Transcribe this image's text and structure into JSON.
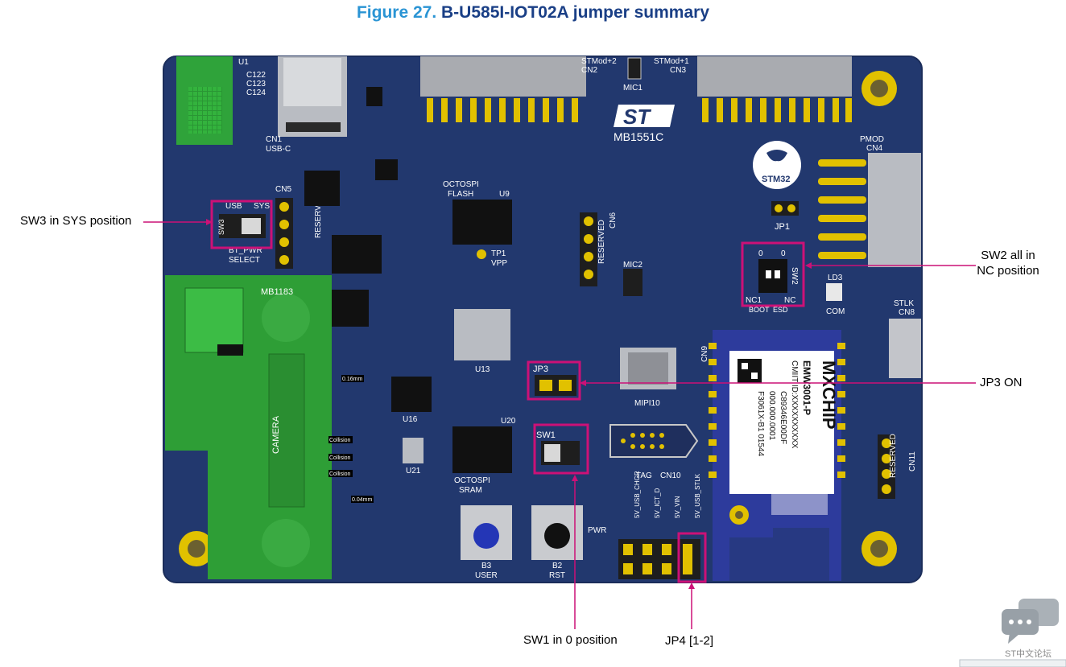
{
  "figure": {
    "number": "Figure 27.",
    "title": "B-U585I-IOT02A jumper summary"
  },
  "callouts": {
    "sw3": "SW3 in SYS position",
    "sw2_line1": "SW2 all in",
    "sw2_line2": "NC position",
    "jp3": "JP3 ON",
    "sw1": "SW1 in 0 position",
    "jp4": "JP4 [1-2]"
  },
  "board": {
    "name": "MB1551C",
    "camera_board": "MB1183",
    "camera_label": "CAMERA",
    "brand": "ST",
    "stm32_logo": "STM32",
    "sw3_usb": "USB",
    "sw3_sys": "SYS",
    "sw3_id": "SW3",
    "sw3_bt": "BT_PWR",
    "sw3_select": "SELECT",
    "sw2_0a": "0",
    "sw2_0b": "0",
    "sw2_id": "SW2",
    "sw2_nc1": "NC1",
    "sw2_nc2": "NC",
    "sw2_boot": "BOOT",
    "sw2_esd": "ESD",
    "sw1_id": "SW1",
    "jp3_id": "JP3",
    "jp1_id": "JP1",
    "cn1": "CN1",
    "cn1_sub": "USB-C",
    "cn2": "STMod+2",
    "cn2_sub": "CN2",
    "cn3": "STMod+1",
    "cn3_sub": "CN3",
    "cn4": "PMOD",
    "cn4_sub": "CN4",
    "cn5": "CN5",
    "cn6": "CN6",
    "cn8": "STLK",
    "cn8_sub": "CN8",
    "cn9": "CN9",
    "cn10": "CN10",
    "cn10_tag": "TAG",
    "cn11": "CN11",
    "reserved": "RESERVED",
    "octospi_flash_1": "OCTOSPI",
    "octospi_flash_2": "FLASH",
    "octospi_sram_1": "OCTOSPI",
    "octospi_sram_2": "SRAM",
    "mic1": "MIC1",
    "mic2": "MIC2",
    "mipi": "MIPI10",
    "u9": "U9",
    "u13": "U13",
    "u20": "U20",
    "u16": "U16",
    "u21": "U21",
    "b3": "B3",
    "b3_label": "USER",
    "b2": "B2",
    "b2_label": "RST",
    "pwr": "PWR",
    "jp4_labels": [
      "5V_USB_CHGR",
      "5V_ICT_D",
      "5V_VIN",
      "5V_USB_STLK"
    ],
    "mxchip_brand": "MXCHIP",
    "mxchip_model": "EMW3001-P",
    "mxchip_cmiit": "CMIIT ID:XXXXXXXXXX",
    "mxchip_mac": "C89346E00DF",
    "mxchip_serial": "000.000.0001",
    "mxchip_code": "F3061X-B1 01544",
    "ld3_label": "LD3",
    "com_label": "COM",
    "tp1": "TP1",
    "vpp": "VPP",
    "collision": "Collision",
    "dims_016": "0.16mm",
    "dims_004": "0.04mm"
  },
  "watermark": {
    "text": "ST中文论坛"
  },
  "colors": {
    "title_number": "#2a94d4",
    "title_text": "#1a3f86",
    "pcb_blue": "#22386e",
    "camera_green": "#2e9e36",
    "highlight_magenta": "#cc1177",
    "gold": "#e1c100"
  }
}
